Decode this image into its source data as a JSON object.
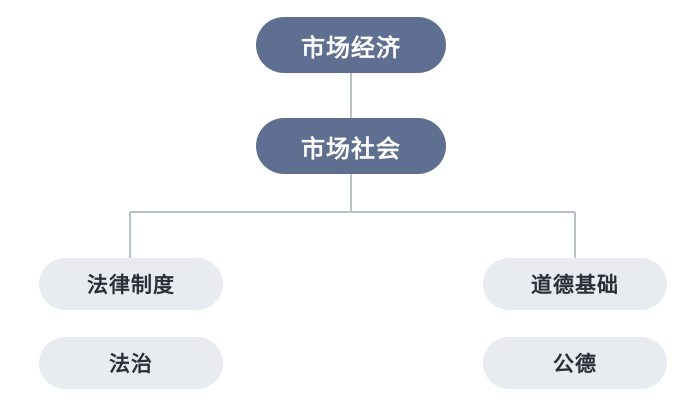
{
  "diagram": {
    "nodes": {
      "market_economy": "市场经济",
      "market_society": "市场社会",
      "legal_system": "法律制度",
      "rule_of_law": "法治",
      "moral_foundation": "道德基础",
      "public_morality": "公德"
    },
    "edges": [
      [
        "市场经济",
        "市场社会"
      ],
      [
        "市场社会",
        "法律制度"
      ],
      [
        "市场社会",
        "道德基础"
      ]
    ]
  },
  "colors": {
    "primary_node": "#5f6f92",
    "secondary_node": "#e8ebf0",
    "connector": "#b9c0ca",
    "primary_text": "#ffffff",
    "secondary_text": "#2b2f36"
  }
}
